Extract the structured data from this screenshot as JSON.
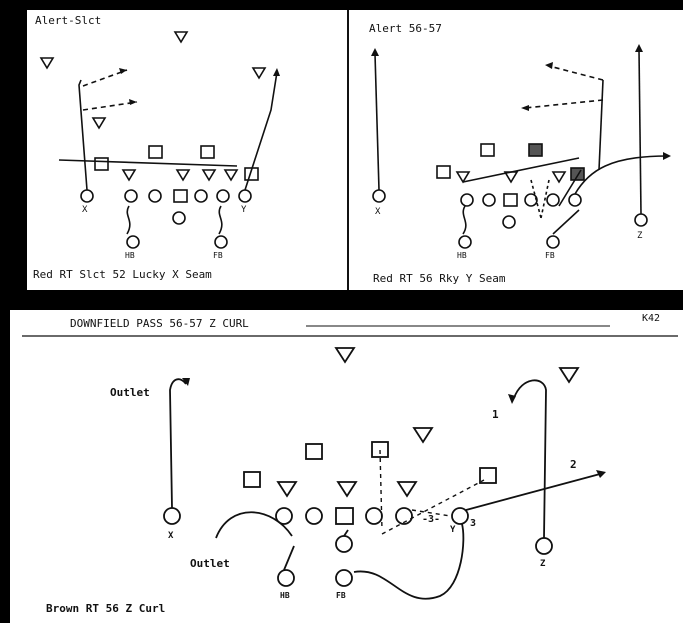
{
  "play_top_left": {
    "title": "Alert-Slct",
    "caption": "Red RT Slct 52 Lucky X Seam",
    "labels": {
      "x": "X",
      "y": "Y",
      "hb": "HB",
      "fb": "FB"
    }
  },
  "play_top_right": {
    "title": "Alert 56-57",
    "caption": "Red RT 56 Rky Y Seam",
    "labels": {
      "x": "X",
      "z": "Z",
      "hb": "HB",
      "fb": "FB"
    }
  },
  "play_bottom": {
    "header": "DOWNFIELD PASS 56-57 Z CURL",
    "page_ref": "K42",
    "caption": "Brown RT 56 Z Curl",
    "labels": {
      "outlet_top": "Outlet",
      "outlet_bottom": "Outlet",
      "x": "X",
      "y": "Y",
      "z": "Z",
      "hb": "HB",
      "fb": "FB",
      "read1": "1",
      "read2": "2",
      "read3": "3",
      "read3b": "-3-"
    }
  },
  "colors": {
    "ink": "#111111",
    "paper": "#ffffff",
    "background": "#000000"
  }
}
